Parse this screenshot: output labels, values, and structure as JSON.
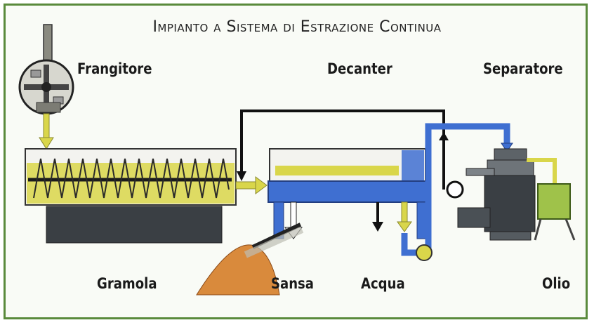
{
  "title": "Impianto a Sistema di Estrazione Continua",
  "labels": {
    "frangitore": "Frangitore",
    "decanter": "Decanter",
    "separatore": "Separatore",
    "gramola": "Gramola",
    "sansa": "Sansa",
    "acqua": "Acqua",
    "olio": "Olio"
  },
  "colors": {
    "border": "#5a8a3c",
    "oil": "#d9d64a",
    "water_pipe": "#3f6fd1",
    "machine": "#3a3f44"
  }
}
